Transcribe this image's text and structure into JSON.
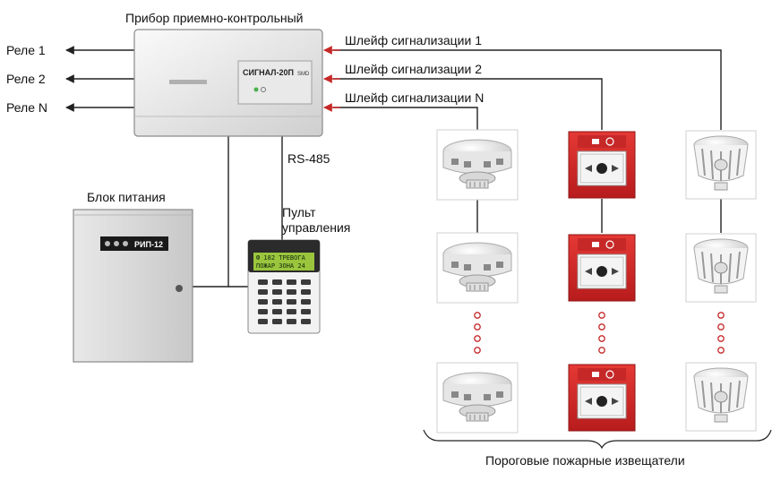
{
  "labels": {
    "panel_title": "Прибор приемно-контрольный",
    "relay_1": "Реле 1",
    "relay_2": "Реле 2",
    "relay_n": "Реле N",
    "loop_1": "Шлейф сигнализации 1",
    "loop_2": "Шлейф сигнализации 2",
    "loop_n": "Шлейф сигнализации N",
    "rs485": "RS-485",
    "psu_title": "Блок питания",
    "console_title_line1": "Пульт",
    "console_title_line2": "управления",
    "detectors_caption": "Пороговые пожарные извещатели"
  },
  "device_text": {
    "panel_model": "СИГНАЛ-20П",
    "panel_model_suffix": "SMD",
    "psu_model": "РИП-12",
    "console_screen_line1": "Ф 182 ТРЕВОГА",
    "console_screen_line2": "ПОЖАР ЗОНА 24"
  },
  "colors": {
    "loop_wire": "#c62828",
    "wire": "#222222",
    "device_body": "#eeeeee",
    "call_point_red": "#d32f2f",
    "led_green": "#4caf50",
    "lcd_screen": "#9bc53d"
  },
  "icons": {
    "smoke_detector": "smoke-detector-icon",
    "manual_call_point": "manual-call-point-icon",
    "heat_detector": "heat-detector-icon"
  }
}
